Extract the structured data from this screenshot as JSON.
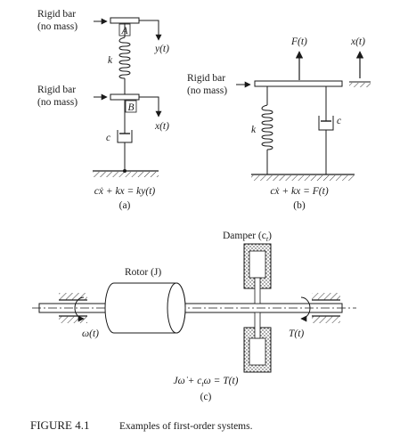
{
  "panel_a": {
    "top_bar_label": [
      "Rigid bar",
      "(no mass)"
    ],
    "mid_bar_label": [
      "Rigid bar",
      "(no mass)"
    ],
    "node_a": "A",
    "node_b": "B",
    "spring": "k",
    "damper": "c",
    "input": "y(t)",
    "output": "x(t)",
    "equation": "cẋ + kx = ky(t)",
    "caption": "(a)"
  },
  "panel_b": {
    "bar_label": [
      "Rigid bar",
      "(no mass)"
    ],
    "force": "F(t)",
    "displacement": "x(t)",
    "spring": "k",
    "damper": "c",
    "equation": "cẋ + kx = F(t)",
    "caption": "(b)"
  },
  "panel_c": {
    "damper_label": "Damper (c",
    "damper_sub": "t",
    "damper_close": ")",
    "rotor_label": "Rotor (J)",
    "omega": "ω(t)",
    "torque": "T(t)",
    "equation": "Jω̇ + c",
    "equation_sub": "t",
    "equation_tail": "ω = T(t)",
    "caption": "(c)"
  },
  "figure_caption": {
    "number": "FIGURE 4.1",
    "text": "Examples of first-order systems."
  }
}
